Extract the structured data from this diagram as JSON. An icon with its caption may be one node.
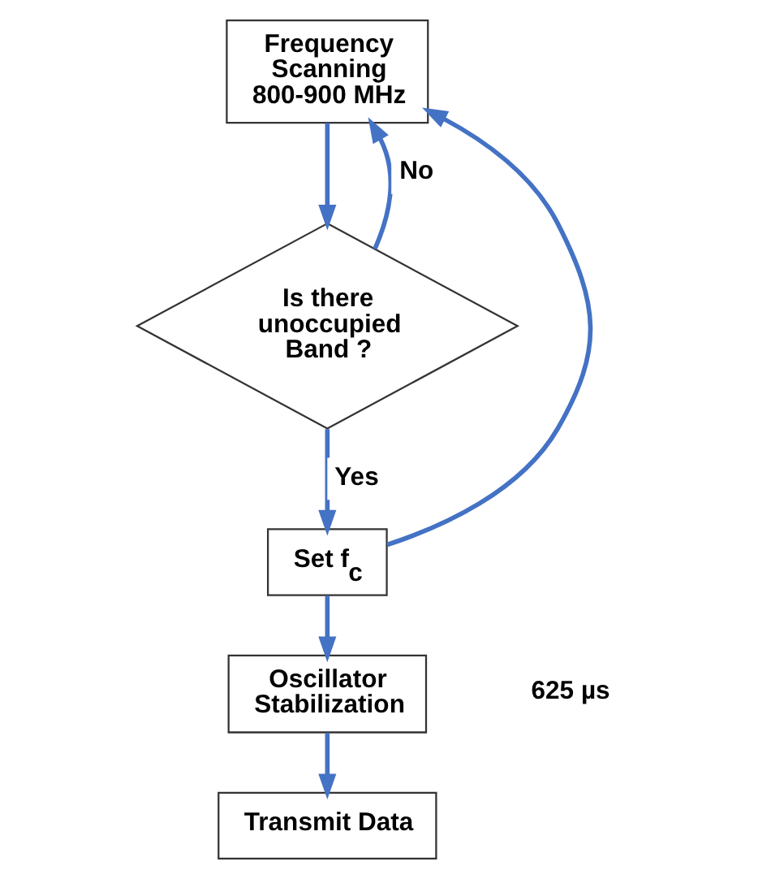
{
  "diagram": {
    "nodes": [
      {
        "text": [
          "Frequency Scanning 800-900 MHz"
        ]
      },
      {
        "text": [
          "Is there unoccupied Band ?"
        ]
      },
      {
        "text": [
          "Set f$_{c}$"
        ]
      },
      {
        "text": [
          "Oscillator Stabilization"
        ]
      },
      {
        "text": [
          "Transmit Data"
        ]
      }
    ],
    "edges": [
      {
        "from": 0,
        "to": 1,
        "arrow": "to"
      },
      {
        "from": 1,
        "to": 0,
        "arrow": "to",
        "label": "No"
      },
      {
        "from": 1,
        "to": 2,
        "arrow": "to",
        "label": "Yes"
      },
      {
        "from": 2,
        "to": 0,
        "arrow": "to"
      },
      {
        "from": 2,
        "to": 3,
        "arrow": "to"
      },
      {
        "from": 3,
        "to": 4,
        "arrow": "to"
      }
    ],
    "labels": [
      "625 µs"
    ]
  }
}
